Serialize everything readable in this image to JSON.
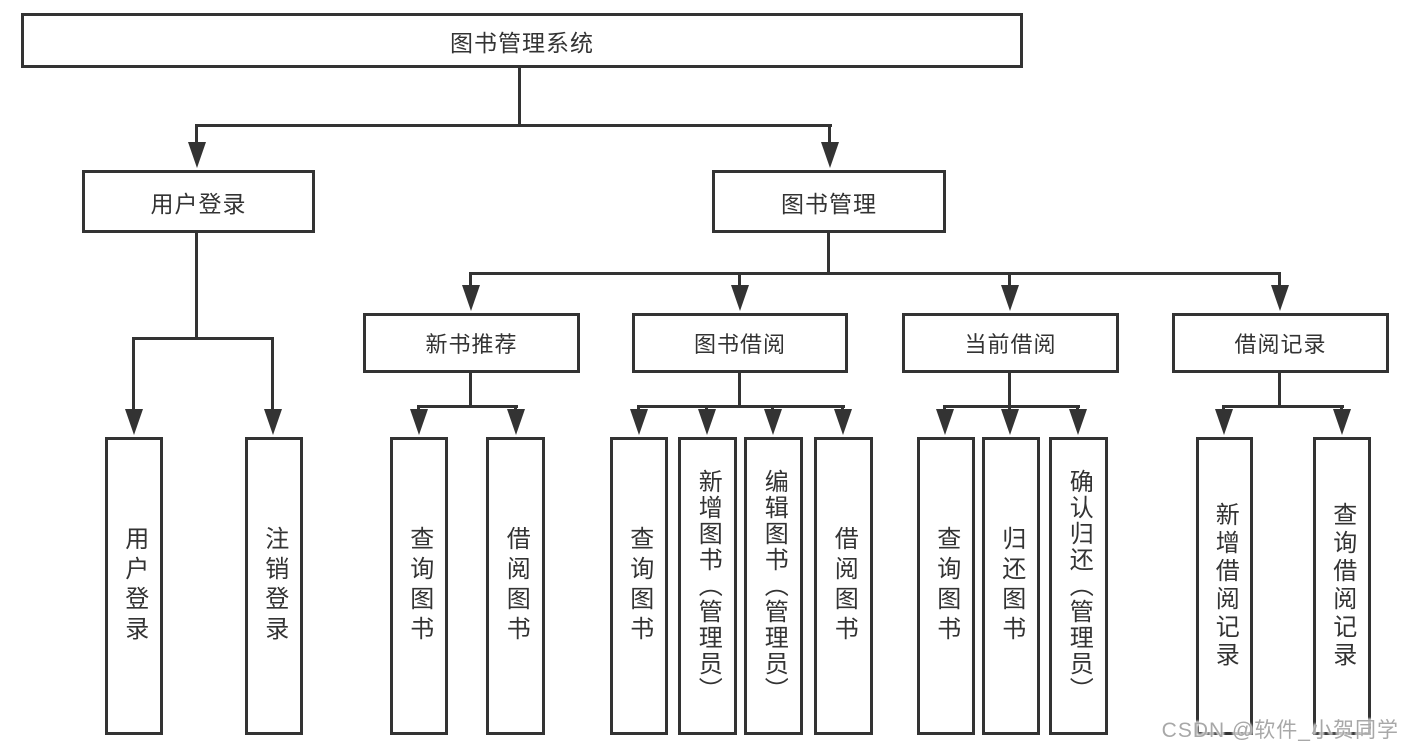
{
  "colors": {
    "line": "#333333",
    "box_border": "#333333",
    "text": "#333333",
    "background": "#ffffff",
    "watermark_text": "#a8a8a8"
  },
  "watermark": "CSDN @软件_小贺同学",
  "tree": {
    "root": {
      "label": "图书管理系统"
    },
    "branches": [
      {
        "label": "用户登录",
        "children": [
          {
            "label": "用户登录"
          },
          {
            "label": "注销登录"
          }
        ]
      },
      {
        "label": "图书管理",
        "children": [
          {
            "label": "新书推荐",
            "children": [
              {
                "label": "查询图书"
              },
              {
                "label": "借阅图书"
              }
            ]
          },
          {
            "label": "图书借阅",
            "children": [
              {
                "label": "查询图书"
              },
              {
                "label": "新增图书（管理员）"
              },
              {
                "label": "编辑图书（管理员）"
              },
              {
                "label": "借阅图书"
              }
            ]
          },
          {
            "label": "当前借阅",
            "children": [
              {
                "label": "查询图书"
              },
              {
                "label": "归还图书"
              },
              {
                "label": "确认归还（管理员）"
              }
            ]
          },
          {
            "label": "借阅记录",
            "children": [
              {
                "label": "新增借阅记录"
              },
              {
                "label": "查询借阅记录"
              }
            ]
          }
        ]
      }
    ]
  }
}
